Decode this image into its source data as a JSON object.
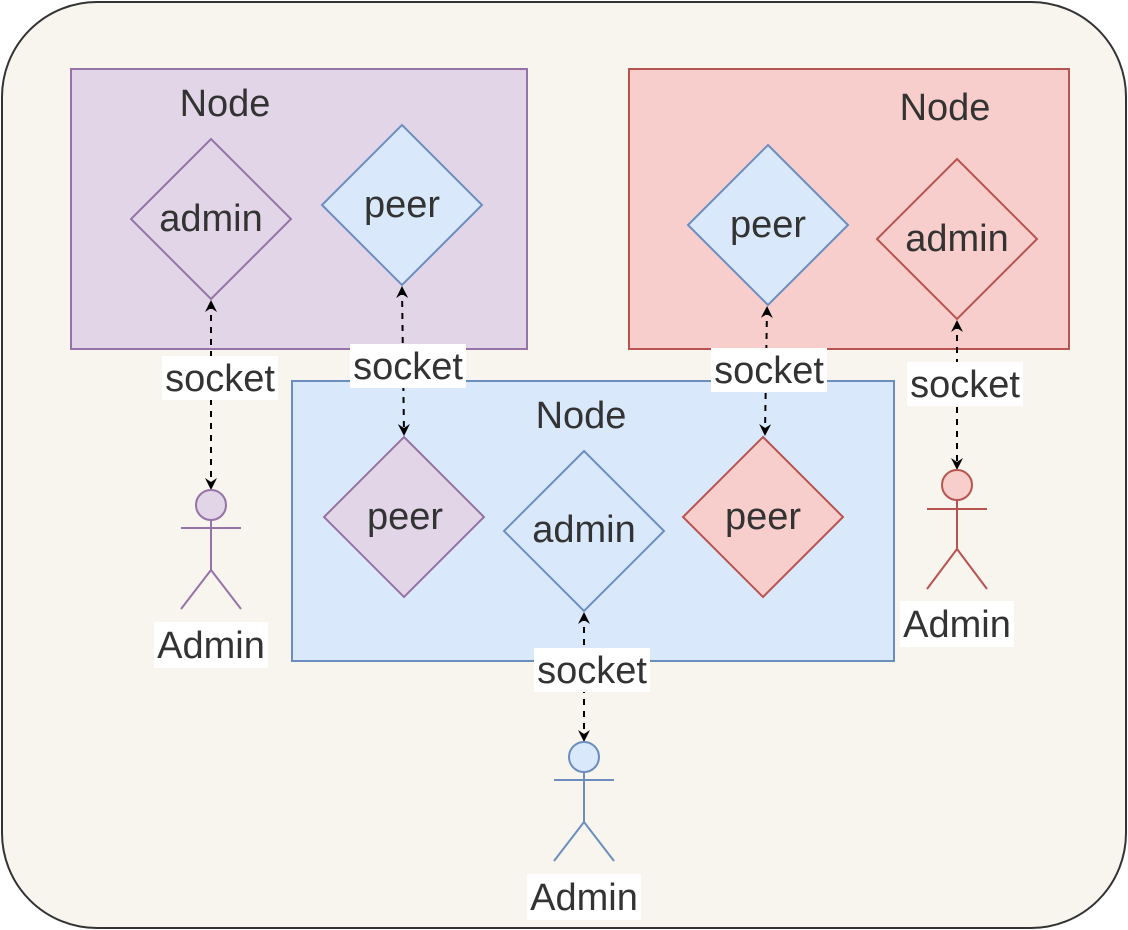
{
  "colors": {
    "background": "#f7f5ee",
    "border": "#333333",
    "purple_fill": "#e1d5e7",
    "purple_stroke": "#9673a6",
    "red_fill": "#f8cecc",
    "red_stroke": "#b85450",
    "blue_fill": "#dae8fc",
    "blue_stroke": "#6c8ebf"
  },
  "nodes": {
    "purple": {
      "title": "Node",
      "admin": "admin",
      "peer": "peer"
    },
    "red": {
      "title": "Node",
      "peer": "peer",
      "admin": "admin"
    },
    "blue": {
      "title": "Node",
      "peer_purple": "peer",
      "admin": "admin",
      "peer_red": "peer"
    }
  },
  "connections": {
    "purple_admin": "socket",
    "purple_peer": "socket",
    "red_peer": "socket",
    "red_admin": "socket",
    "blue_admin": "socket"
  },
  "actors": {
    "purple": "Admin",
    "red": "Admin",
    "blue": "Admin"
  }
}
